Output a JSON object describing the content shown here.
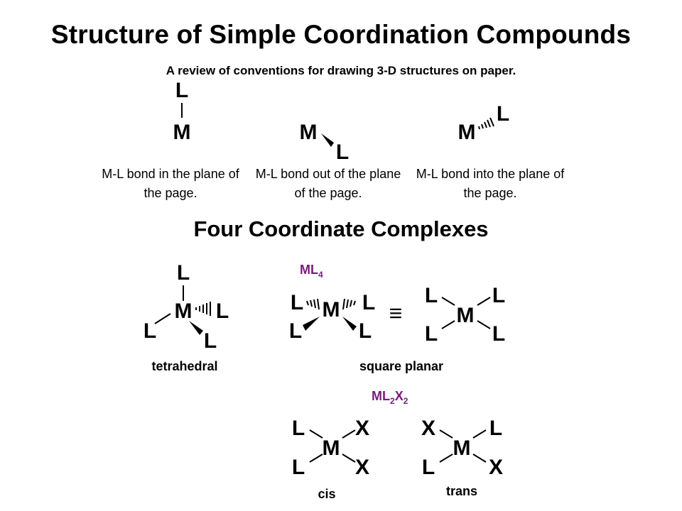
{
  "title": "Structure of Simple Coordination Compounds",
  "subtitle": "A review of conventions for drawing 3-D structures on paper.",
  "bond_conventions": {
    "in_plane": "M-L bond in the plane of the page.",
    "out_of_plane": "M-L bond out of the plane of the page.",
    "into_plane": "M-L bond into the plane of the page."
  },
  "section_heading": "Four Coordinate Complexes",
  "atoms": {
    "metal": "M",
    "ligand": "L",
    "x_ligand": "X"
  },
  "formulas": {
    "ml4": {
      "base": "ML",
      "sub": "4"
    },
    "ml2x2": {
      "p1": "ML",
      "s1": "2",
      "p2": "X",
      "s2": "2"
    }
  },
  "equivalence_symbol": "≡",
  "geometry_labels": {
    "tetrahedral": "tetrahedral",
    "square_planar": "square planar",
    "cis": "cis",
    "trans": "trans"
  },
  "colors": {
    "formula": "#7b1a7b",
    "text": "#000000"
  }
}
